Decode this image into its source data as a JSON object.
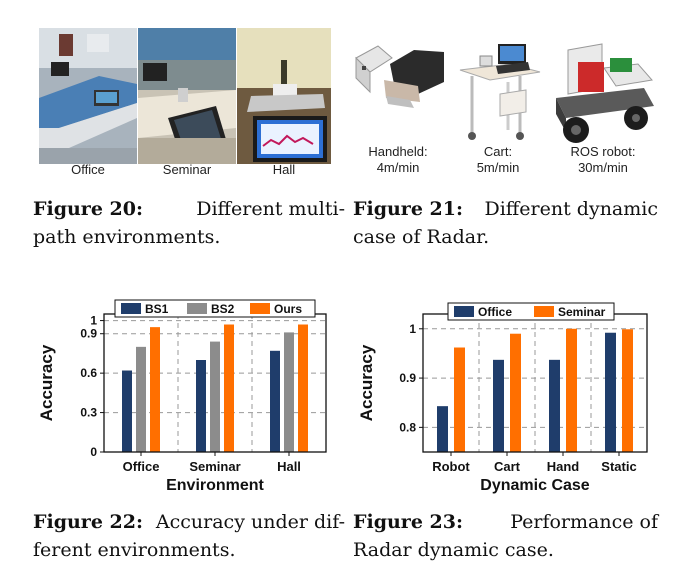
{
  "fig20": {
    "labels": [
      "Office",
      "Seminar",
      "Hall"
    ],
    "caption_prefix": "Figure 20:",
    "caption_line1_rest": "Different multi-",
    "caption_line2": "path environments."
  },
  "fig21": {
    "labels": [
      {
        "line1": "Handheld:",
        "line2": "4m/min"
      },
      {
        "line1": "Cart:",
        "line2": "5m/min"
      },
      {
        "line1": "ROS robot:",
        "line2": "30m/min"
      }
    ],
    "caption_prefix": "Figure 21:",
    "caption_line1_rest": "Different dynamic",
    "caption_line2": "case of Radar."
  },
  "fig22": {
    "caption_prefix": "Figure 22:",
    "caption_line1_rest": "Accuracy under dif-",
    "caption_line2": "ferent environments."
  },
  "fig23": {
    "caption_prefix": "Figure 23:",
    "caption_line1_rest": "Performance of",
    "caption_line2": "Radar dynamic case."
  },
  "colors": {
    "navy": "#1f3d6b",
    "gray": "#8c8c8c",
    "orange": "#ff6f00"
  },
  "chart_data": [
    {
      "type": "bar",
      "categories": [
        "Office",
        "Seminar",
        "Hall"
      ],
      "series": [
        {
          "name": "BS1",
          "values": [
            0.62,
            0.7,
            0.77
          ],
          "color": "#1f3d6b"
        },
        {
          "name": "BS2",
          "values": [
            0.8,
            0.84,
            0.91
          ],
          "color": "#8c8c8c"
        },
        {
          "name": "Ours",
          "values": [
            0.95,
            0.97,
            0.97
          ],
          "color": "#ff6f00"
        }
      ],
      "xlabel": "Environment",
      "ylabel": "Accuracy",
      "ylim": [
        0,
        1.05
      ],
      "yticks": [
        0,
        0.3,
        0.6,
        0.9,
        1
      ],
      "ytick_labels": [
        "0",
        "0.3",
        "0.6",
        "0.9",
        "1"
      ],
      "grid": true,
      "legend": "top"
    },
    {
      "type": "bar",
      "categories": [
        "Robot",
        "Cart",
        "Hand",
        "Static"
      ],
      "series": [
        {
          "name": "Office",
          "values": [
            0.843,
            0.937,
            0.937,
            0.992
          ],
          "color": "#1f3d6b"
        },
        {
          "name": "Seminar",
          "values": [
            0.962,
            0.99,
            1.0,
            0.999
          ],
          "color": "#ff6f00"
        }
      ],
      "xlabel": "Dynamic Case",
      "ylabel": "Accuracy",
      "ylim": [
        0.75,
        1.03
      ],
      "yticks": [
        0.8,
        0.9,
        1
      ],
      "ytick_labels": [
        "0.8",
        "0.9",
        "1"
      ],
      "grid": true,
      "legend": "top"
    }
  ]
}
